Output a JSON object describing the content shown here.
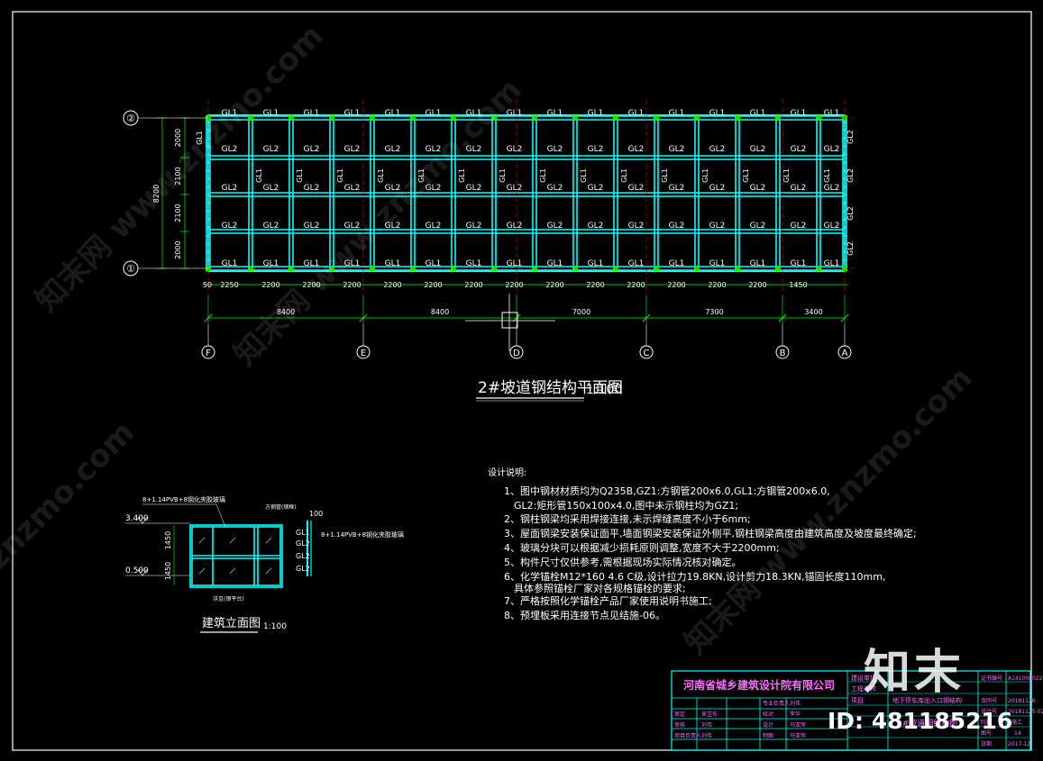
{
  "plan": {
    "title": "2#坡道钢结构平面图",
    "scale": "1:100",
    "axis_rows": [
      "②",
      "①"
    ],
    "axis_cols": [
      "F",
      "E",
      "D",
      "C",
      "B",
      "A"
    ],
    "left_dims": [
      "2000",
      "2100",
      "2100",
      "2000"
    ],
    "left_total": "8200",
    "bottom_dims": [
      "50",
      "2250",
      "2200",
      "2200",
      "2200",
      "2200",
      "2200",
      "2200",
      "2200",
      "2200",
      "2200",
      "2200",
      "2200",
      "2200",
      "2200",
      "1450"
    ],
    "span_dims": [
      "8400",
      "8400",
      "7000",
      "7300",
      "3400"
    ],
    "beam_label_1": "GL1",
    "beam_label_2": "GL2",
    "right_labels": [
      "GL2",
      "GL2",
      "GL2",
      "GL2"
    ]
  },
  "notes": {
    "heading": "设计说明:",
    "items": [
      "1、图中钢材材质均为Q235B,GZ1:方钢管200x6.0,GL1:方钢管200x6.0,",
      "GL2:矩形管150x100x4.0,图中未示钢柱均为GZ1;",
      "2、钢柱钢梁均采用焊接连接,未示焊缝高度不小于6mm;",
      "3、屋面钢梁安装保证面平,墙面钢梁安装保证外侧平,钢柱钢梁高度由建筑高度及坡度最终确定;",
      "4、玻璃分块可以根据减少损耗原则调整,宽度不大于2200mm;",
      "5、构件尺寸仅供参考,需根据现场实际情况核对确定。",
      "6、化学锚栓M12*160 4.6 C级,设计拉力19.8KN,设计剪力18.3KN,锚固长度110mm,",
      "具体参照锚栓厂家对各规格锚栓的要求;",
      "7、严格按照化学锚栓产品厂家使用说明书施工;",
      "8、预埋板采用连接节点见结施-06。"
    ]
  },
  "elevation": {
    "title": "建筑立面图",
    "scale": "1:100",
    "glass_label": "8+1.14PVB+8钢化夹胶玻璃",
    "glass_label_side": "8+1.14PVB+8钢化夹胶玻璃",
    "levels": [
      "3.400",
      "0.500"
    ],
    "dims": [
      "1450",
      "1450"
    ],
    "side_dim": "100",
    "side_labels": [
      "GL1",
      "GL2",
      "GL2",
      "GL2"
    ],
    "frame_note": "方钢管(钢框)",
    "bottom_note": "详见(钢平台)"
  },
  "titleblock": {
    "company": "河南省城乡建筑设计院有限公司",
    "cert_label": "证书编号",
    "cert_no": "A141008022",
    "project_label": "建设单位",
    "project_name": "工程名称",
    "item_label": "项目",
    "item_value": "地下停车库出入口钢结构",
    "contract_label": "合同号",
    "contract_no": "20181126",
    "design_no_label": "设计号",
    "design_no": "20181125-02",
    "sheet_label": "图号",
    "sheet_no": "14",
    "date_label": "日期",
    "date": "2017-12",
    "stage_label": "阶段",
    "stage": "施工",
    "drawing_title": "2#坡道钢结构图",
    "rows": [
      {
        "role": "审定",
        "name": "吴卫东"
      },
      {
        "role": "审核",
        "name": "刘伟"
      },
      {
        "role": "项目负责人",
        "name": "刘伟"
      }
    ],
    "rows2": [
      {
        "role": "专业负责人",
        "name": "刘伟"
      },
      {
        "role": "校对",
        "name": "李华"
      },
      {
        "role": "设计",
        "name": "马亚萍"
      },
      {
        "role": "制图",
        "name": "马亚萍"
      }
    ]
  },
  "watermark": {
    "brand": "知末",
    "id": "ID: 481185216",
    "texts": [
      "知末网 www.znzmo.com",
      "知末网 www.znzmo.com",
      "znzmo.com",
      "知末网 www.znzmo.com"
    ]
  },
  "colors": {
    "grid": "#00ffff",
    "frame": "#00ffff",
    "joint": "#00ff00",
    "text": "#ffffff",
    "dim": "#00ff00",
    "red": "#ff0000",
    "magenta": "#ff00ff"
  }
}
